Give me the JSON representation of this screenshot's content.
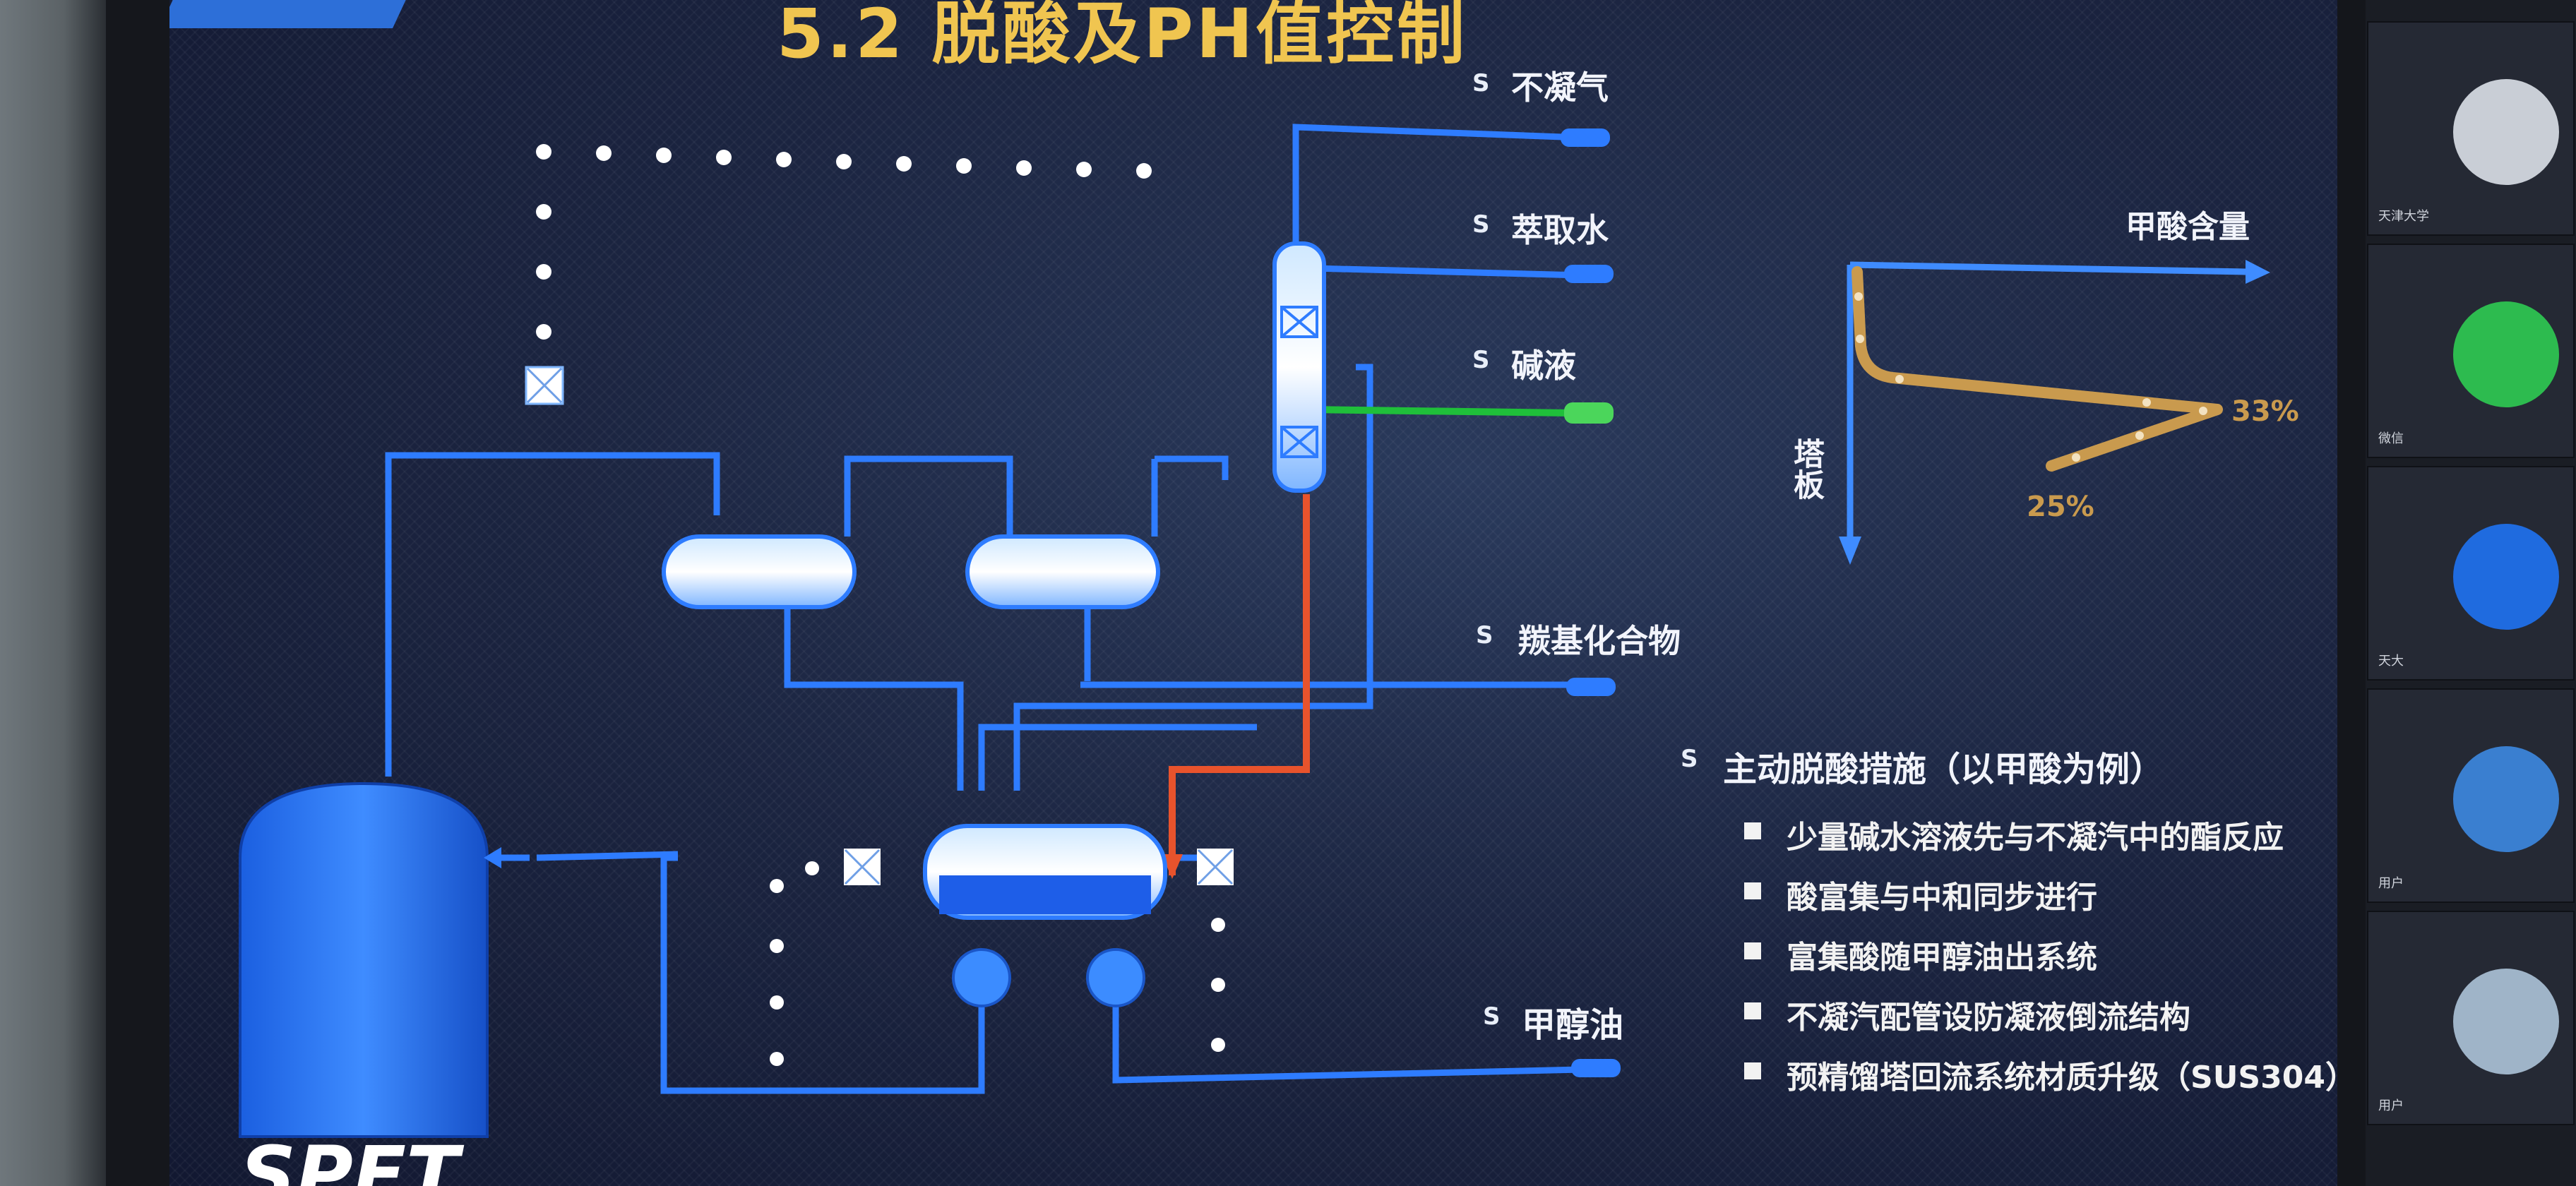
{
  "slide": {
    "title": "脱酸及PH值控制",
    "title_prefix": "5.2",
    "streams": {
      "noncondensable": "不凝气",
      "extraction_water": "萃取水",
      "alkali": "碱液",
      "carbonyl": "羰基化合物",
      "methanol_oil": "甲醇油"
    },
    "measures_heading": "主动脱酸措施（以甲酸为例）",
    "measures": [
      "少量碱水溶液先与不凝汽中的酯反应",
      "酸富集与中和同步进行",
      "富集酸随甲醇油出系统",
      "不凝汽配管设防凝液倒流结构",
      "预精馏塔回流系统材质升级（SUS304）"
    ],
    "profile_chart": {
      "x_label": "甲酸含量",
      "y_label": "塔板",
      "label_high": "33%",
      "label_low": "25%"
    },
    "logo_text": "SPET"
  },
  "colors": {
    "pipe_blue": "#2e7cff",
    "pipe_green": "#1fbf3a",
    "pipe_red": "#e8532c",
    "title_gold": "#f0c550",
    "profile_tan": "#c99a4e"
  },
  "meeting_tiles": [
    {
      "name": "天津大学"
    },
    {
      "name": "微信"
    },
    {
      "name": "天大"
    },
    {
      "name": "用户"
    },
    {
      "name": "用户"
    }
  ]
}
